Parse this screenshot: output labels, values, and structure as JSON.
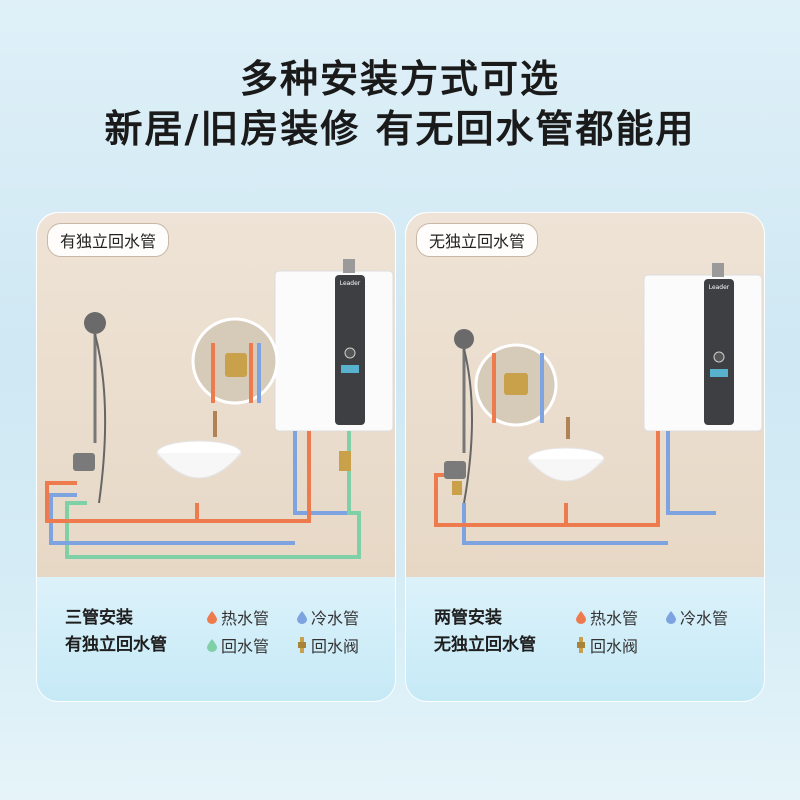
{
  "headline": {
    "line1": "多种安装方式可选",
    "line2": "新居/旧房装修 有无回水管都能用"
  },
  "colors": {
    "hot": "#ee7b4d",
    "cold": "#7da3e0",
    "return": "#7fcfa7",
    "valve": "#c9a14a"
  },
  "cards": [
    {
      "tag": "有独立回水管",
      "heater_brand": "Leader",
      "caption_line1": "三管安装",
      "caption_line2": "有独立回水管",
      "legend": [
        {
          "icon": "hot-water-drop-icon",
          "label": "热水管"
        },
        {
          "icon": "cold-water-drop-icon",
          "label": "冷水管"
        },
        {
          "icon": "return-water-drop-icon",
          "label": "回水管"
        },
        {
          "icon": "return-valve-icon",
          "label": "回水阀"
        }
      ]
    },
    {
      "tag": "无独立回水管",
      "heater_brand": "Leader",
      "caption_line1": "两管安装",
      "caption_line2": "无独立回水管",
      "legend": [
        {
          "icon": "hot-water-drop-icon",
          "label": "热水管"
        },
        {
          "icon": "cold-water-drop-icon",
          "label": "冷水管"
        },
        {
          "icon": "return-valve-icon",
          "label": "回水阀"
        }
      ]
    }
  ]
}
